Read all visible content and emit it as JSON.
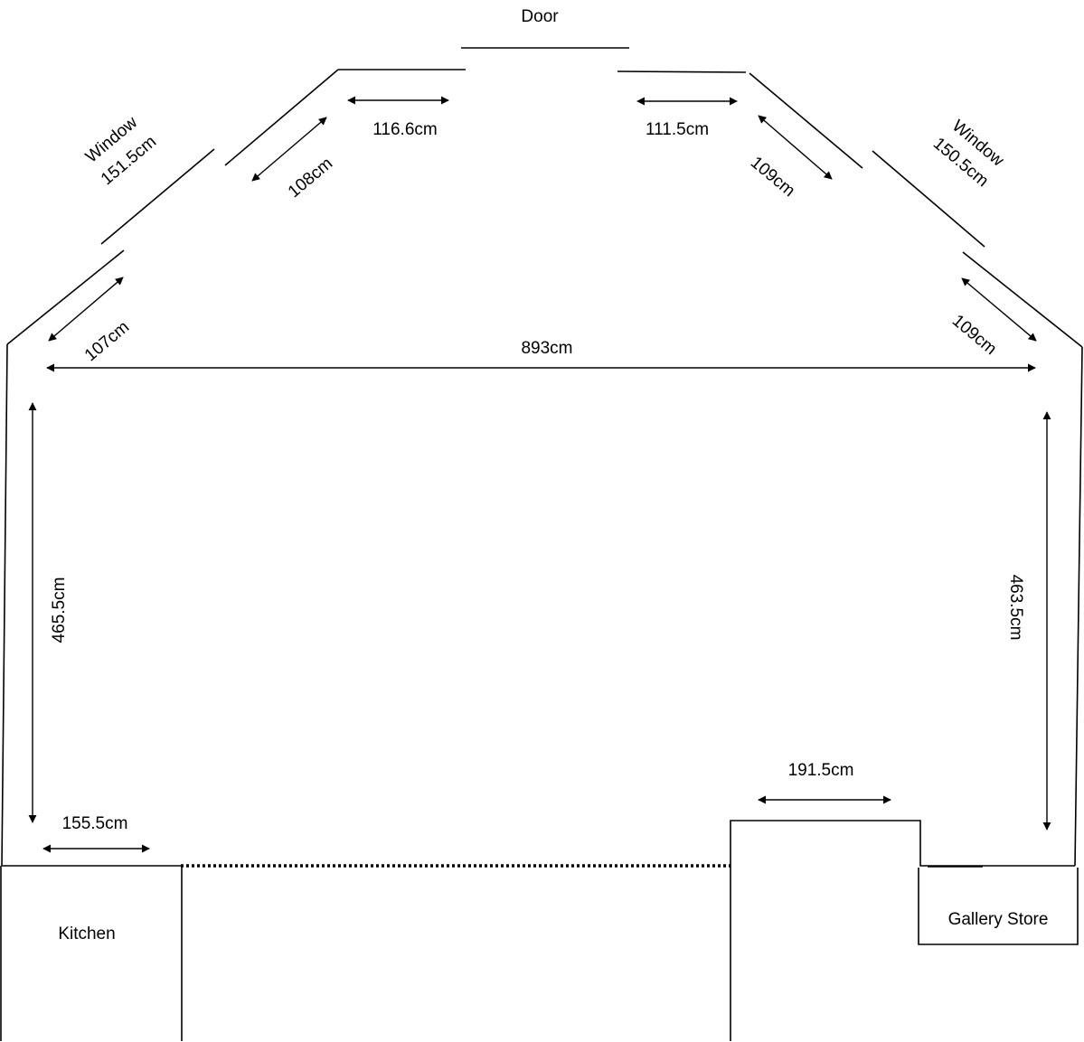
{
  "openings": {
    "door_label": "Door",
    "window_left_label": "Window",
    "window_left_size": "151.5cm",
    "window_right_label": "Window",
    "window_right_size": "150.5cm"
  },
  "dimensions": {
    "top_left": "116.6cm",
    "top_right": "111.5cm",
    "diag_upper_left": "108cm",
    "diag_upper_right": "109cm",
    "diag_lower_left": "107cm",
    "diag_lower_right": "109cm",
    "width": "893cm",
    "left_height": "465.5cm",
    "right_height": "463.5cm",
    "kitchen_opening": "155.5cm",
    "recess_width": "191.5cm"
  },
  "rooms": {
    "kitchen": "Kitchen",
    "gallery_store": "Gallery Store"
  }
}
